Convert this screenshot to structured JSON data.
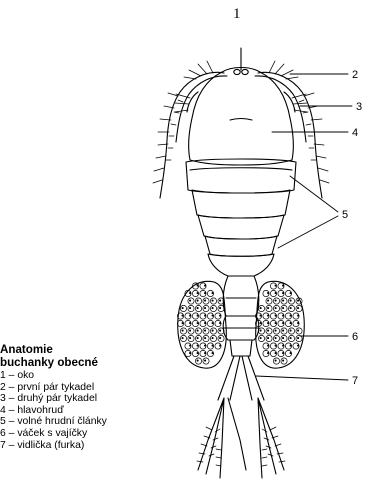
{
  "page_number": "1",
  "legend": {
    "title_line1": "Anatomie",
    "title_line2": "buchanky obecné",
    "items": [
      "1 – oko",
      "2 – první pár tykadel",
      "3 – druhý pár tykadel",
      "4 – hlavohruď",
      "5 – volné hrudní články",
      "6 – váček s vajíčky",
      "7 – vidlička (furka)"
    ]
  },
  "callouts": [
    "2",
    "3",
    "4",
    "5",
    "6",
    "7"
  ]
}
